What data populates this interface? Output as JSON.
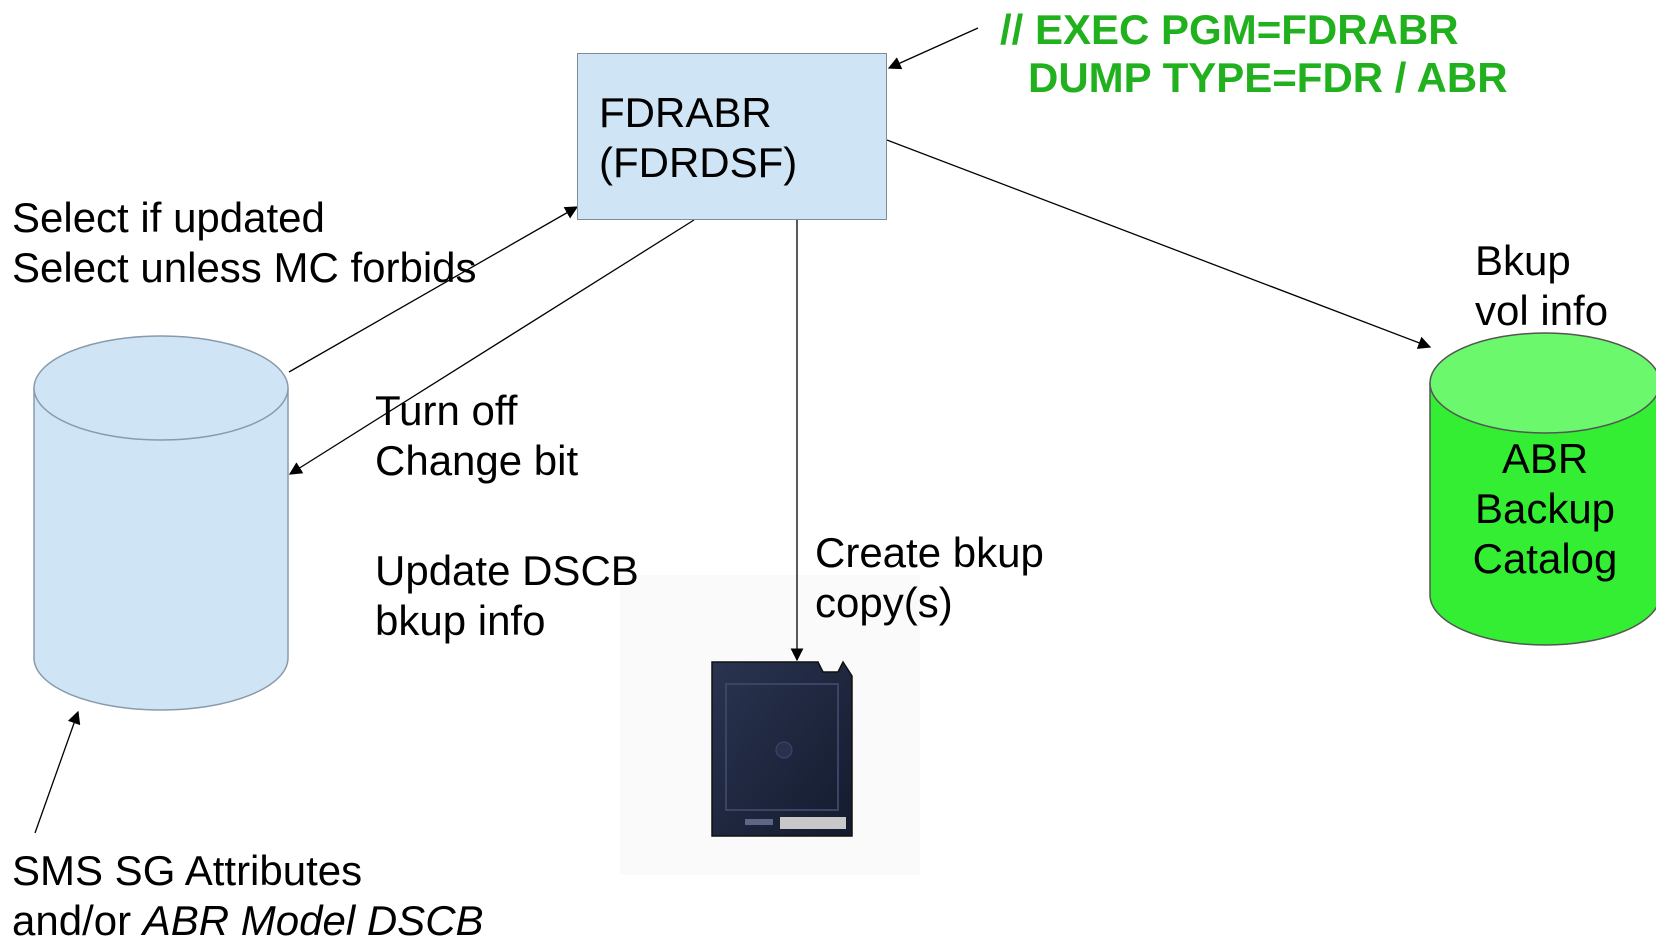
{
  "jcl": {
    "line1": "// EXEC PGM=FDRABR",
    "line2": "DUMP TYPE=FDR / ABR"
  },
  "process_box": {
    "line1": "FDRABR",
    "line2": "(FDRDSF)"
  },
  "select_label": {
    "line1": "Select if updated",
    "line2": "Select unless MC forbids"
  },
  "turnoff_label": {
    "line1": "Turn off",
    "line2": "Change bit"
  },
  "update_label": {
    "line1": "Update DSCB",
    "line2": "bkup info"
  },
  "create_label": {
    "line1": "Create bkup",
    "line2": "copy(s)"
  },
  "bkup_label": {
    "line1": "Bkup",
    "line2": "vol info"
  },
  "catalog": {
    "line1": "ABR",
    "line2": "Backup",
    "line3": "Catalog"
  },
  "sms_label": {
    "line1": "SMS SG Attributes",
    "line2_prefix": "and/or ",
    "line2_italic": "ABR Model DSCB"
  },
  "colors": {
    "process_fill": "#cfe4f4",
    "disk_fill": "#cfe4f4",
    "catalog_fill": "#33ee33",
    "jcl_text": "#22b11e",
    "tape_body": "#1e2740"
  }
}
